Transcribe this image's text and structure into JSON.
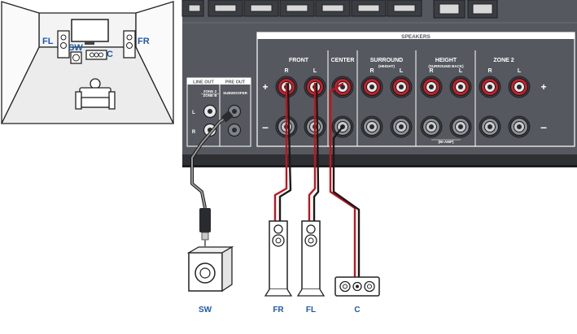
{
  "room": {
    "labels": {
      "fl": "FL",
      "sw": "SW",
      "c": "C",
      "fr": "FR"
    }
  },
  "panel": {
    "speakers_header": "SPEAKERS",
    "groups": {
      "front": {
        "title": "FRONT",
        "left": "L",
        "right": "R"
      },
      "center": {
        "title": "CENTER"
      },
      "surround": {
        "title": "SURROUND",
        "sub": "(HEIGHT)",
        "left": "L",
        "right": "R"
      },
      "height": {
        "title": "HEIGHT",
        "sub": "(SURROUND BACK)",
        "left": "L",
        "right": "R"
      },
      "zone2": {
        "title": "ZONE 2",
        "left": "L",
        "right": "R"
      }
    },
    "bi_amp": "(BI-AMP)",
    "plus": "+",
    "minus": "–",
    "line_out": "LINE OUT",
    "pre_out": "PRE OUT",
    "zone_b_line1": "ZONE 2",
    "zone_b_line2": "ZONE B",
    "subwoofer": "SUBWOOFER",
    "l_mark": "L",
    "r_mark": "R"
  },
  "devices": {
    "sw": "SW",
    "fr": "FR",
    "fl": "FL",
    "c": "C"
  },
  "colors": {
    "panel": "#55595f",
    "panel_dark": "#3a3d42",
    "label_blue": "#1f5aa6",
    "terminal_red": "#cc1f2a",
    "cable_red": "#c0141e",
    "cable_black": "#1a1a1a"
  }
}
